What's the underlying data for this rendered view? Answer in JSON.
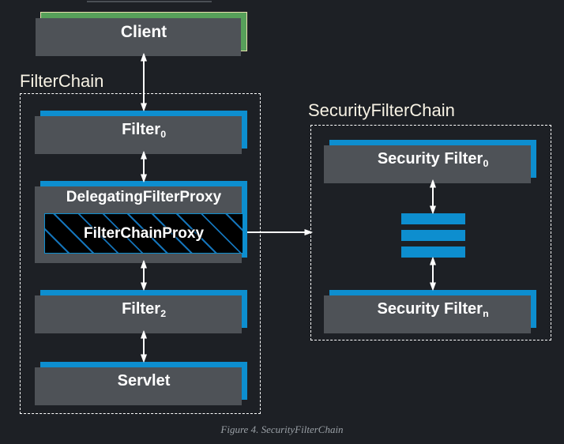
{
  "figure": {
    "caption": "Figure 4. SecurityFilterChain",
    "background_color": "#1d2025"
  },
  "colors": {
    "client_fill": "#57a05a",
    "client_border": "#e8dfae",
    "filter_fill": "#0d8ecf",
    "proxy_fill": "#000000",
    "proxy_hatch": "#1473b8",
    "shadow": "#4e5257",
    "group_border": "#ffffff",
    "label_text": "#f7f2e4",
    "node_text": "#ffffff",
    "caption_text": "#9aa0a6"
  },
  "nodes": {
    "client": {
      "label": "Client"
    },
    "filter0": {
      "label": "Filter",
      "sub": "0"
    },
    "delegating_filter_proxy": {
      "label": "DelegatingFilterProxy"
    },
    "filter_chain_proxy": {
      "label": "FilterChainProxy"
    },
    "filter2": {
      "label": "Filter",
      "sub": "2"
    },
    "servlet": {
      "label": "Servlet"
    },
    "security_filter0": {
      "label": "Security Filter",
      "sub": "0"
    },
    "security_filtern": {
      "label": "Security Filter",
      "sub": "n"
    }
  },
  "groups": {
    "filter_chain": {
      "title": "FilterChain"
    },
    "security_filter_chain": {
      "title": "SecurityFilterChain"
    }
  },
  "connections": [
    {
      "name": "client-to-filter0",
      "kind": "bidirectional"
    },
    {
      "name": "filter0-to-delegatingfilterproxy",
      "kind": "bidirectional"
    },
    {
      "name": "delegatingfilterproxy-to-filter2",
      "kind": "bidirectional"
    },
    {
      "name": "filter2-to-servlet",
      "kind": "bidirectional"
    },
    {
      "name": "filterchainproxy-to-securityfilterchain",
      "kind": "directional"
    },
    {
      "name": "securityfilter0-to-ellipsis",
      "kind": "bidirectional"
    },
    {
      "name": "ellipsis-to-securityfiltern",
      "kind": "bidirectional"
    }
  ]
}
